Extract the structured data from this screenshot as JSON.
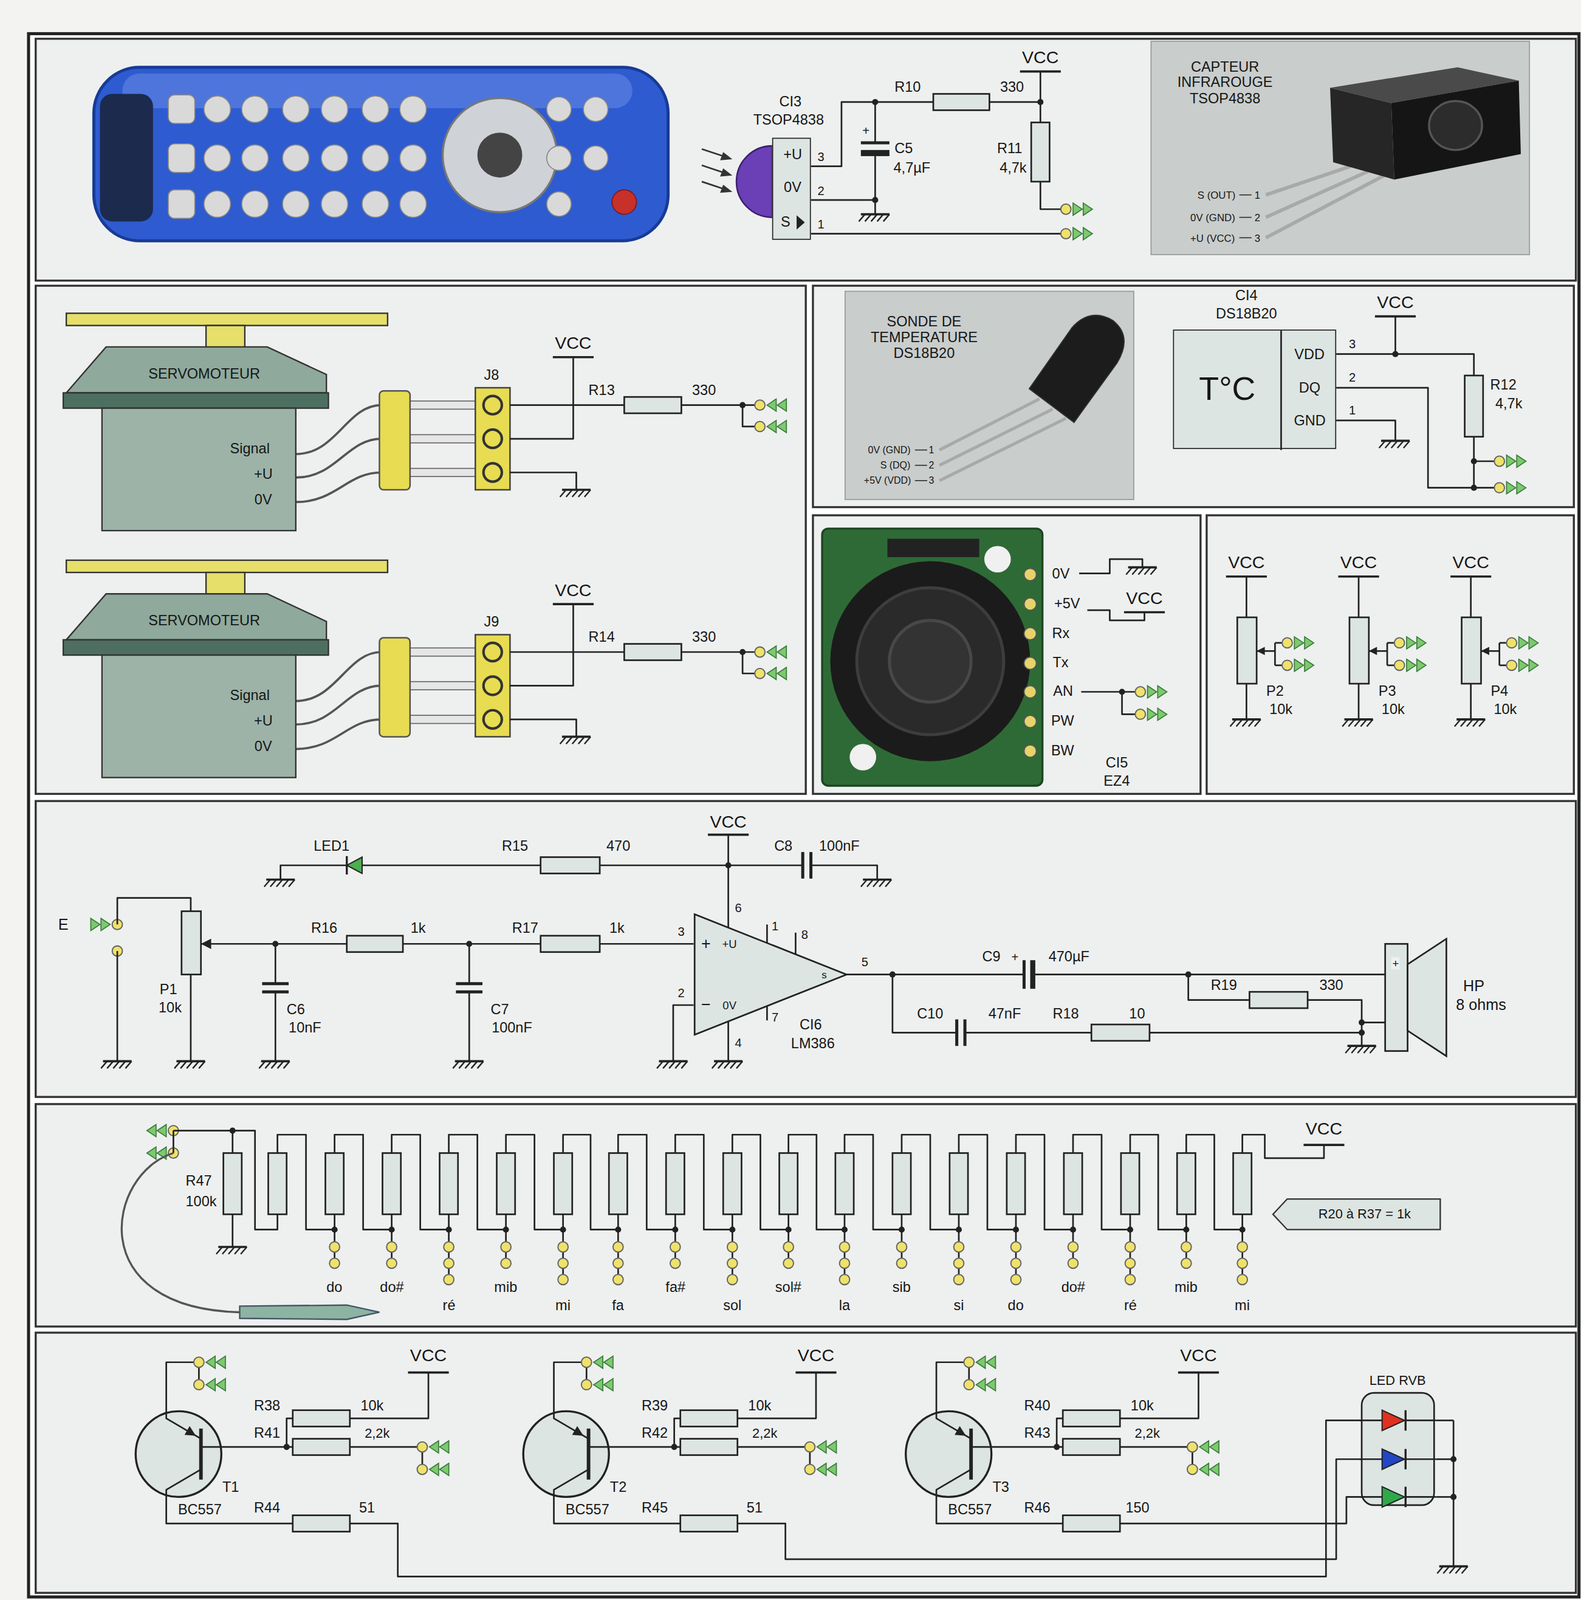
{
  "diagram": {
    "nodes": [
      {
        "text": [
          "+U",
          "0V",
          "S"
        ]
      },
      {
        "text": [
          "CAPTEUR INFRAROUGE TSOP4838",
          "S (OUT)",
          "1",
          "0V (GND)",
          "2",
          "+U (VCC)",
          "3"
        ]
      },
      {
        "text": [
          "SERVOMOTEUR",
          "Signal",
          "+U",
          "0V"
        ]
      },
      {
        "text": [
          "SERVOMOTEUR",
          "Signal",
          "+U",
          "0V"
        ]
      },
      {
        "text": [
          "SONDE DE TEMPERATURE DS18B20",
          "0V (GND)",
          "1",
          "S (DQ)",
          "2",
          "+5V (VDD)",
          "3"
        ]
      },
      {
        "text": [
          "T°C",
          "VDD",
          "DQ",
          "GND"
        ]
      },
      {
        "text": [
          "+",
          "+U",
          "−",
          "0V",
          "s"
        ]
      },
      {
        "text": [
          "R20 à R37 = 1k"
        ]
      },
      {
        "text": [
          "LED RVB"
        ]
      }
    ],
    "labels": [
      "CI3",
      "TSOP4838",
      "3",
      "2",
      "1",
      "R10",
      "330",
      "VCC",
      "+",
      "C5",
      "4,7µF",
      "R11",
      "4,7k",
      "J8",
      "VCC",
      "R13",
      "330",
      "J9",
      "VCC",
      "R14",
      "330",
      "CI4",
      "DS18B20",
      "VCC",
      "3",
      "2",
      "1",
      "R12",
      "4,7k",
      "0V",
      "+5V",
      "Rx",
      "Tx",
      "AN",
      "PW",
      "BW",
      "VCC",
      "CI5",
      "EZ4",
      "VCC",
      "P2",
      "10k",
      "VCC",
      "P3",
      "10k",
      "VCC",
      "P4",
      "10k",
      "LED1",
      "R15",
      "470",
      "VCC",
      "C8",
      "100nF",
      "E",
      "P1",
      "10k",
      "R16",
      "1k",
      "C6",
      "10nF",
      "C7",
      "100nF",
      "R17",
      "1k",
      "3",
      "2",
      "6",
      "1",
      "8",
      "7",
      "4",
      "5",
      "CI6",
      "LM386",
      "C9",
      "+",
      "470µF",
      "C10",
      "47nF",
      "R18",
      "10",
      "R19",
      "330",
      "HP",
      "8 ohms",
      "+",
      "R47",
      "100k",
      "VCC",
      "do",
      "do#",
      "ré",
      "mib",
      "mi",
      "fa",
      "fa#",
      "sol",
      "sol#",
      "la",
      "sib",
      "si",
      "do",
      "do#",
      "ré",
      "mib",
      "mi",
      "VCC",
      "R38",
      "10k",
      "R41",
      "2,2k",
      "T1",
      "BC557",
      "R44",
      "51",
      "VCC",
      "R39",
      "10k",
      "R42",
      "2,2k",
      "T2",
      "BC557",
      "R45",
      "51",
      "VCC",
      "R40",
      "10k",
      "R43",
      "2,2k",
      "T3",
      "BC557",
      "R46",
      "150"
    ]
  }
}
